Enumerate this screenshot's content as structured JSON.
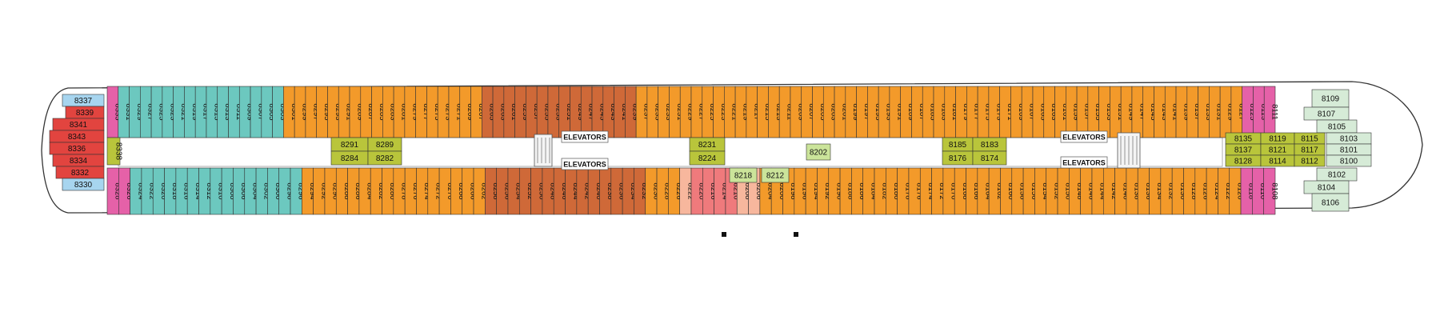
{
  "deck": {
    "elevator_label": "ELEVATORS",
    "colors": {
      "teal": "#6cc8bf",
      "orange": "#f39a2a",
      "rust": "#cf6938",
      "magenta": "#e561a8",
      "red": "#e2443f",
      "blue": "#a7d5ef",
      "olive": "#b9c53b",
      "mint": "#d6ebd7",
      "lightgreen": "#cbe49a",
      "peach": "#f7b79d",
      "salmon": "#ef7a7c"
    },
    "top_row": [
      {
        "group": "magenta",
        "cabins": [
          "8335"
        ]
      },
      {
        "group": "teal",
        "cabins": [
          "8331",
          "8329",
          "8327",
          "8325",
          "8323",
          "8321",
          "8319",
          "8317",
          "8315",
          "8313",
          "8311",
          "8309",
          "8307",
          "8305",
          "8303"
        ]
      },
      {
        "group": "orange",
        "cabins": [
          "8301",
          "8299",
          "8297",
          "8295",
          "8293",
          "8291",
          "8289",
          "8287",
          "8285",
          "8283",
          "8281",
          "8279",
          "8277",
          "8275",
          "8273",
          "8271",
          "8269",
          "8267"
        ]
      },
      {
        "group": "rust",
        "cabins": [
          "8265",
          "8263",
          "8261",
          "8259",
          "8257",
          "8255",
          "8253",
          "8251",
          "8249",
          "8247",
          "8245",
          "8243",
          "8241",
          "8239"
        ]
      },
      {
        "group": "orange",
        "cabins": [
          "8237",
          "8235",
          "8233",
          "8231",
          "8229",
          "8227",
          "8225",
          "8223",
          "8221",
          "8219",
          "8217",
          "8215",
          "8213",
          "8211",
          "8209",
          "8207",
          "8205",
          "8203",
          "8201",
          "8199",
          "8197",
          "8195",
          "8193",
          "8191",
          "8189",
          "8187",
          "8185",
          "8183",
          "8181",
          "8179",
          "8177",
          "8175",
          "8173",
          "8171",
          "8169",
          "8167",
          "8165",
          "8163",
          "8161",
          "8159",
          "8157",
          "8155",
          "8153",
          "8151",
          "8149",
          "8147",
          "8145",
          "8143",
          "8141",
          "8139",
          "8137",
          "8133",
          "8131",
          "8129",
          "8127"
        ]
      },
      {
        "group": "magenta",
        "cabins": [
          "8125",
          "8113",
          "8111"
        ]
      }
    ],
    "bottom_row": [
      {
        "group": "magenta",
        "cabins": [
          "8328",
          "8326"
        ]
      },
      {
        "group": "teal",
        "cabins": [
          "8324",
          "8322",
          "8320",
          "8318",
          "8316",
          "8314",
          "8312",
          "8310",
          "8308",
          "8306",
          "8304",
          "8302",
          "8300",
          "8298",
          "8296"
        ]
      },
      {
        "group": "orange",
        "cabins": [
          "8294",
          "8292",
          "8290",
          "8288",
          "8286",
          "8284",
          "8282",
          "8280",
          "8278",
          "8276",
          "8274",
          "8272",
          "8270",
          "8268",
          "8266",
          "8262"
        ]
      },
      {
        "group": "rust",
        "cabins": [
          "8258",
          "8256",
          "8254",
          "8252",
          "8250",
          "8248",
          "8246",
          "8244",
          "8242",
          "8240",
          "8238",
          "8236",
          "8234",
          "8232"
        ]
      },
      {
        "group": "orange",
        "cabins": [
          "8230",
          "8228",
          "8226"
        ]
      },
      {
        "group": "peach",
        "cabins": [
          "8222"
        ]
      },
      {
        "group": "salmon",
        "cabins": [
          "8220",
          "8216",
          "8214",
          "8210"
        ]
      },
      {
        "group": "peach",
        "cabins": [
          "8208",
          "8206"
        ]
      },
      {
        "group": "orange",
        "cabins": [
          "8204",
          "8200",
          "8198",
          "8196",
          "8194",
          "8192",
          "8190",
          "8188",
          "8186",
          "8184",
          "8182",
          "8180",
          "8178",
          "8176",
          "8174",
          "8172",
          "8170",
          "8168",
          "8166",
          "8164",
          "8162",
          "8160",
          "8158",
          "8156",
          "8154",
          "8152",
          "8150",
          "8148",
          "8146",
          "8144",
          "8142",
          "8140",
          "8138",
          "8136",
          "8134",
          "8132",
          "8130",
          "8128",
          "8126",
          "8124",
          "8122",
          "8120"
        ]
      },
      {
        "group": "magenta",
        "cabins": [
          "8118",
          "8110",
          "8108"
        ]
      }
    ],
    "inner_cabins": [
      {
        "group": "olive",
        "label": "8338"
      },
      {
        "group": "olive",
        "label": "8291"
      },
      {
        "group": "olive",
        "label": "8289"
      },
      {
        "group": "olive",
        "label": "8284"
      },
      {
        "group": "olive",
        "label": "8282"
      },
      {
        "group": "olive",
        "label": "8231"
      },
      {
        "group": "olive",
        "label": "8224"
      },
      {
        "group": "lightgreen",
        "label": "8202"
      },
      {
        "group": "olive",
        "label": "8185"
      },
      {
        "group": "olive",
        "label": "8183"
      },
      {
        "group": "olive",
        "label": "8176"
      },
      {
        "group": "olive",
        "label": "8174"
      },
      {
        "group": "olive",
        "label": "8135"
      },
      {
        "group": "olive",
        "label": "8119"
      },
      {
        "group": "olive",
        "label": "8115"
      },
      {
        "group": "olive",
        "label": "8137"
      },
      {
        "group": "olive",
        "label": "8121"
      },
      {
        "group": "olive",
        "label": "8117"
      },
      {
        "group": "olive",
        "label": "8128"
      },
      {
        "group": "olive",
        "label": "8114"
      },
      {
        "group": "olive",
        "label": "8112"
      },
      {
        "group": "lightgreen",
        "label": "8218"
      },
      {
        "group": "lightgreen",
        "label": "8212"
      }
    ],
    "aft_cabins": [
      {
        "group": "blue",
        "label": "8337"
      },
      {
        "group": "red",
        "label": "8339"
      },
      {
        "group": "red",
        "label": "8341"
      },
      {
        "group": "red",
        "label": "8343"
      },
      {
        "group": "red",
        "label": "8336"
      },
      {
        "group": "red",
        "label": "8334"
      },
      {
        "group": "red",
        "label": "8332"
      },
      {
        "group": "blue",
        "label": "8330"
      }
    ],
    "fwd_cabins": [
      {
        "group": "mint",
        "label": "8109"
      },
      {
        "group": "mint",
        "label": "8107"
      },
      {
        "group": "mint",
        "label": "8105"
      },
      {
        "group": "mint",
        "label": "8103"
      },
      {
        "group": "mint",
        "label": "8101"
      },
      {
        "group": "mint",
        "label": "8100"
      },
      {
        "group": "mint",
        "label": "8102"
      },
      {
        "group": "mint",
        "label": "8104"
      },
      {
        "group": "mint",
        "label": "8106"
      }
    ]
  }
}
